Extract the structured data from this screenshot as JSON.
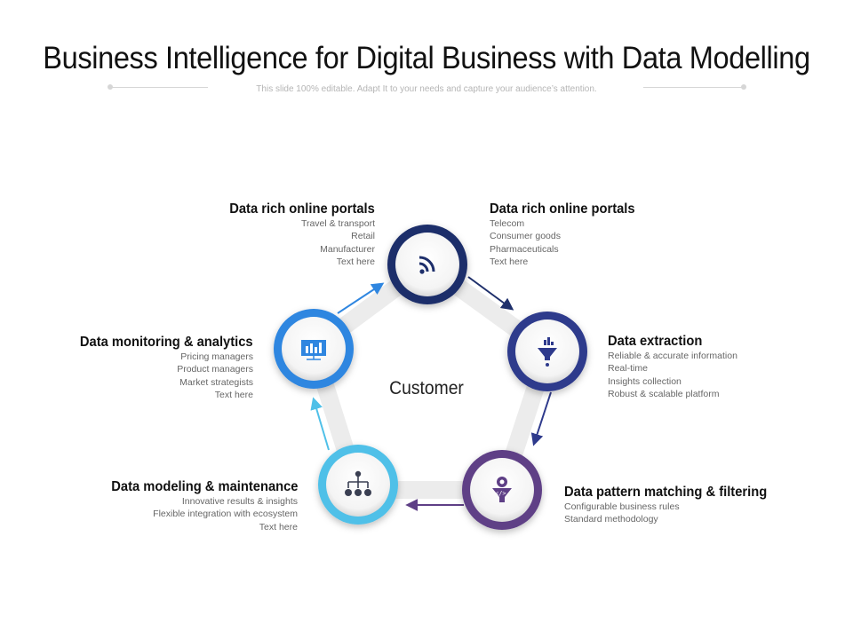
{
  "title": "Business Intelligence for Digital Business with Data Modelling",
  "subtitle": "This slide 100% editable. Adapt  It to your needs and capture your audience’s attention.",
  "center_label": "Customer",
  "nodes": [
    {
      "title": "Data rich online portals",
      "lines": [
        "Travel & transport",
        "Retail",
        "Manufacturer",
        "Text here"
      ],
      "color": "#1e2f6b",
      "icon": "rss-feed-icon"
    },
    {
      "title": "Data rich online portals",
      "lines": [
        "Telecom",
        "Consumer goods",
        "Pharmaceuticals",
        "Text here"
      ],
      "color": "#1e2f6b",
      "icon": "rss-feed-icon"
    },
    {
      "title": "Data extraction",
      "lines": [
        "Reliable & accurate information",
        "Real-time",
        "Insights collection",
        "Robust & scalable platform"
      ],
      "color": "#2e3a8c",
      "icon": "chart-funnel-icon"
    },
    {
      "title": "Data pattern matching & filtering",
      "lines": [
        "Configurable business rules",
        "Standard methodology"
      ],
      "color": "#5e3f86",
      "icon": "gear-funnel-icon"
    },
    {
      "title": "Data modeling & maintenance",
      "lines": [
        "Innovative results & insights",
        "Flexible integration with ecosystem",
        "Text here"
      ],
      "color": "#4fc0e8",
      "icon": "hierarchy-icon"
    },
    {
      "title": "Data monitoring & analytics",
      "lines": [
        "Pricing managers",
        "Product managers",
        "Market strategists",
        "Text here"
      ],
      "color": "#2f86e0",
      "icon": "presentation-board-icon"
    }
  ]
}
